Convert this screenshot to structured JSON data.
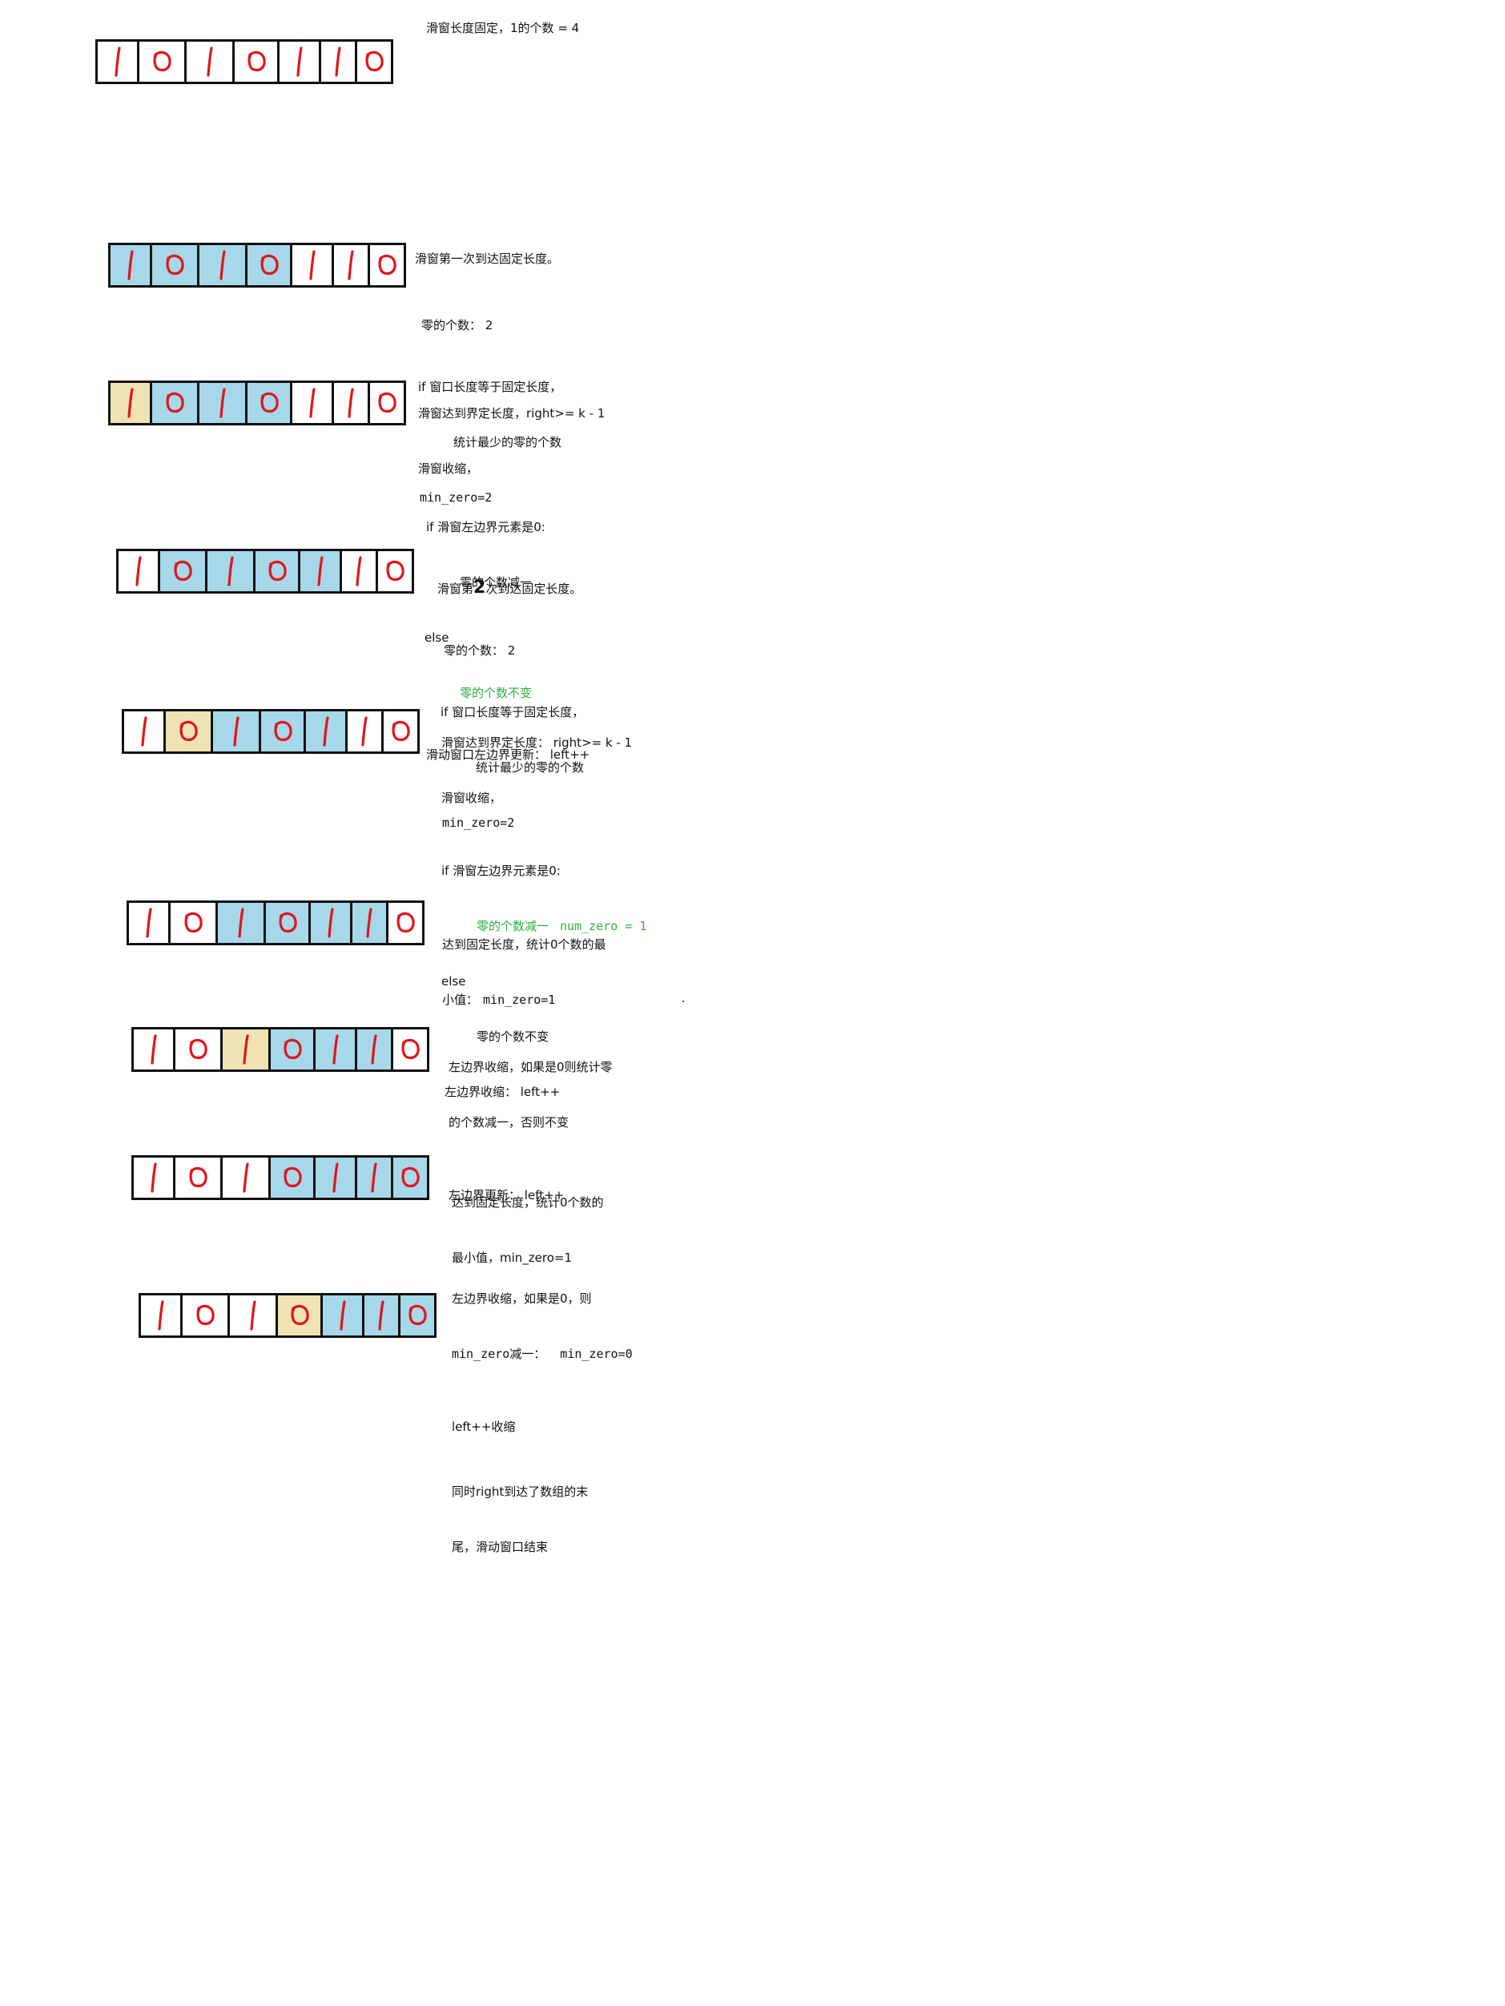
{
  "digits": [
    "1",
    "0",
    "1",
    "0",
    "1",
    "1",
    "0"
  ],
  "colors": {
    "blue": "#a6d8ea",
    "tan": "#efe3b4",
    "white": "#ffffff",
    "red": "#e0161b"
  },
  "rows": [
    {
      "fills": [
        "white",
        "white",
        "white",
        "white",
        "white",
        "white",
        "white"
      ],
      "notes": [
        "滑窗长度固定，1的个数 = 4"
      ]
    },
    {
      "fills": [
        "blue",
        "blue",
        "blue",
        "blue",
        "white",
        "white",
        "white"
      ],
      "notes": [
        "滑窗第一次到达固定长度。",
        "零的个数： 2",
        "if 窗口长度等于固定长度，",
        "统计最少的零的个数",
        "min_zero=2"
      ]
    },
    {
      "fills": [
        "tan",
        "blue",
        "blue",
        "blue",
        "white",
        "white",
        "white"
      ],
      "notes": [
        "滑窗达到界定长度，right>= k - 1",
        "滑窗收缩，",
        "if 滑窗左边界元素是0:",
        "零的个数减一",
        "else",
        "零的个数不变",
        "滑动窗口左边界更新： left++"
      ]
    },
    {
      "fills": [
        "white",
        "blue",
        "blue",
        "blue",
        "blue",
        "white",
        "white"
      ],
      "notes": [
        "滑窗第",
        "2",
        "次到达固定长度。",
        "零的个数： 2",
        "if 窗口长度等于固定长度，",
        "统计最少的零的个数",
        "min_zero=2"
      ]
    },
    {
      "fills": [
        "white",
        "tan",
        "blue",
        "blue",
        "blue",
        "white",
        "white"
      ],
      "notes": [
        "滑窗达到界定长度： right>= k - 1",
        "滑窗收缩，",
        "if 滑窗左边界元素是0:",
        "零的个数减一",
        "num_zero = 1",
        "else",
        "零的个数不变",
        "左边界收缩： left++"
      ]
    },
    {
      "fills": [
        "white",
        "white",
        "blue",
        "blue",
        "blue",
        "blue",
        "white"
      ],
      "notes": [
        "达到固定长度，统计0个数的最",
        "小值：",
        "min_zero=1"
      ]
    },
    {
      "fills": [
        "white",
        "white",
        "tan",
        "blue",
        "blue",
        "blue",
        "white"
      ],
      "notes": [
        "左边界收缩，如果是0则统计零",
        "的个数减一，否则不变",
        "左边界更新： left++"
      ]
    },
    {
      "fills": [
        "white",
        "white",
        "white",
        "blue",
        "blue",
        "blue",
        "blue"
      ],
      "notes": [
        "达到固定长度，统计0个数的",
        "最小值，min_zero=1"
      ]
    },
    {
      "fills": [
        "white",
        "white",
        "white",
        "tan",
        "blue",
        "blue",
        "blue"
      ],
      "notes": [
        "左边界收缩，如果是0，则",
        "min_zero减一：  min_zero=0",
        "left++收缩",
        "同时right到达了数组的末",
        "尾，滑动窗口结束"
      ]
    }
  ]
}
